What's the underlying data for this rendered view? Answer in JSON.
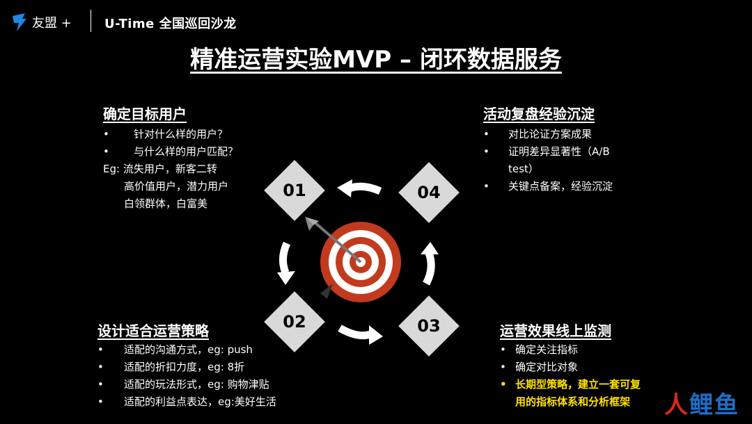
{
  "header": {
    "brand": "友盟 +",
    "event": "U-Time 全国巡回沙龙"
  },
  "title": "精准运营实验MVP – 闭环数据服务",
  "steps": [
    {
      "number": "01",
      "title": "确定目标用户",
      "items": [
        "针对什么样的用户？",
        "与什么样的用户匹配？"
      ],
      "example_lines": [
        "Eg: 流失用户，新客二转",
        "高价值用户，潜力用户",
        "白领群体，白富美"
      ]
    },
    {
      "number": "02",
      "title": "设计适合运营策略",
      "items": [
        "适配的沟通方式，eg: push",
        "适配的折扣力度，eg: 8折",
        "适配的玩法形式，eg: 购物津贴",
        "适配的利益点表达，eg:美好生活"
      ]
    },
    {
      "number": "03",
      "title": "运营效果线上监测",
      "items": [
        "确定关注指标",
        "确定对比对象"
      ],
      "highlight_lines": [
        "长期型策略，建立一套可复",
        "用的指标体系和分析框架"
      ]
    },
    {
      "number": "04",
      "title": "活动复盘经验沉淀",
      "items": [
        "对比论证方案成果",
        "证明差异显著性（A/B",
        "关键点备案，经验沉淀"
      ],
      "item2_continuation": "test）"
    }
  ],
  "colors": {
    "accent": "#ffe200",
    "target_red": "#c23a1e",
    "diamond": "#d9d9d9"
  },
  "icons": {
    "target": "target-icon",
    "arrows": "cycle-arrow-icon"
  },
  "watermark": [
    "人",
    "鲤",
    "鱼"
  ]
}
